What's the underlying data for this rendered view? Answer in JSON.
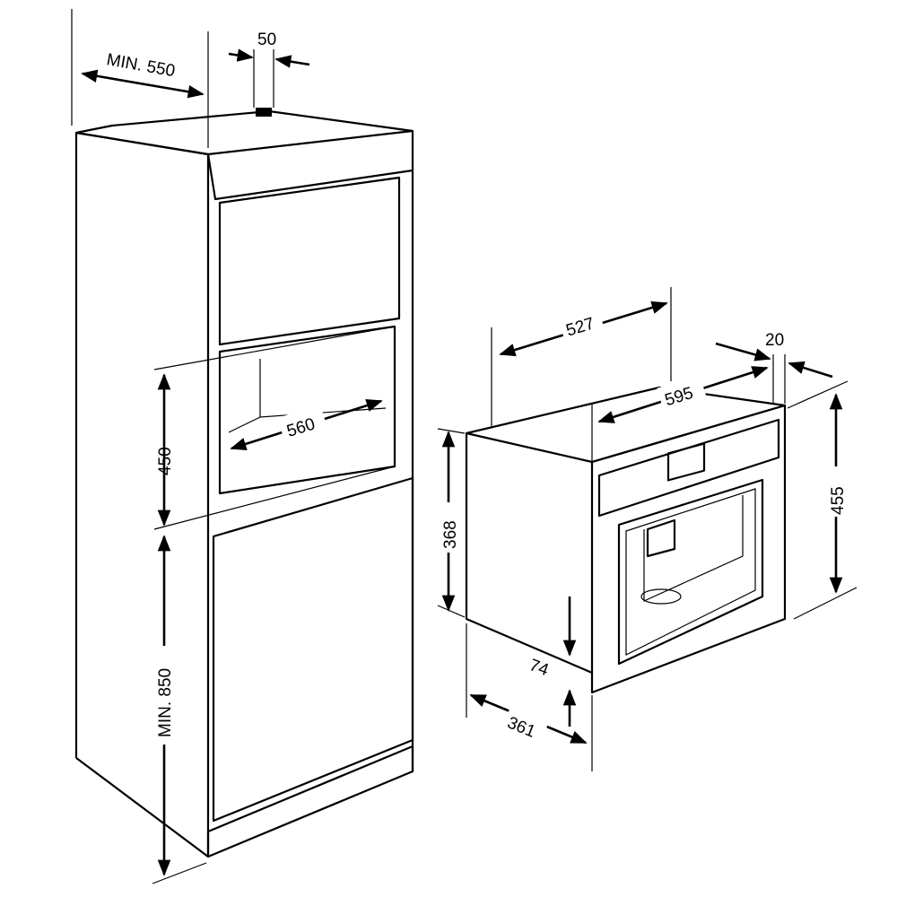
{
  "diagram": {
    "cabinet_dimensions": {
      "depth_min": "MIN. 550",
      "ventilation_gap": "50",
      "niche_height": "450",
      "niche_width": "560",
      "niche_floor_height_min": "MIN. 850"
    },
    "appliance_dimensions": {
      "body_width": "527",
      "front_thickness": "20",
      "front_width": "595",
      "front_height": "455",
      "body_height": "368",
      "bottom_offset": "74",
      "body_depth": "361"
    }
  }
}
